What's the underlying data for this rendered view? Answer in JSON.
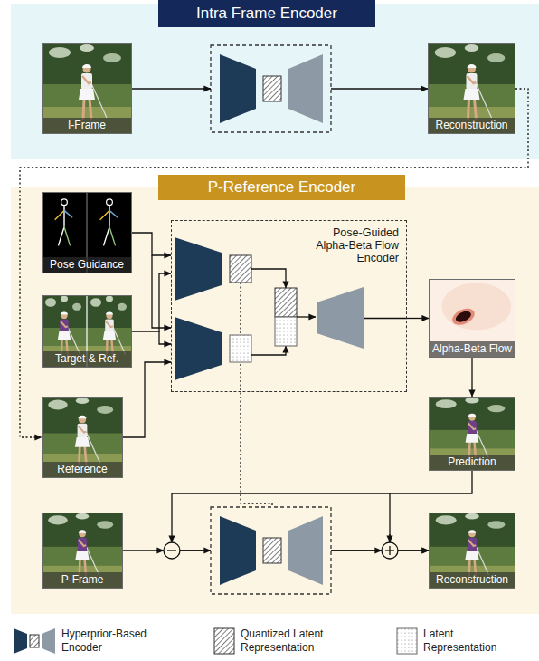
{
  "diagram": {
    "nodes": [
      {
        "text": [
          "Intra Frame Encoder"
        ]
      },
      {
        "text": [
          "I-Frame"
        ],
        "in": 0
      },
      {
        "text": [
          "Reconstruction"
        ],
        "in": 0
      },
      {
        "text": [
          "P-Reference Encoder"
        ]
      },
      {
        "text": [
          "Pose Guidance"
        ],
        "in": 3
      },
      {
        "text": [
          "Target & Ref."
        ],
        "in": 3
      },
      {
        "text": [
          "Pose-Guided Alpha-Beta Flow Encoder"
        ],
        "in": 3
      },
      {
        "text": [
          "Alpha-Beta Flow"
        ],
        "in": 3
      },
      {
        "text": [
          "Reference"
        ],
        "in": 3
      },
      {
        "text": [
          "Prediction"
        ],
        "in": 3
      },
      {
        "text": [
          "P-Frame"
        ],
        "in": 3
      },
      {
        "text": [
          "Reconstruction"
        ],
        "in": 3
      }
    ],
    "edges": [
      {
        "from": 1,
        "to": 2,
        "arrow": "to"
      },
      {
        "from": 2,
        "to": 8,
        "arrow": "to"
      },
      {
        "from": 4,
        "to": 6,
        "arrow": "to"
      },
      {
        "from": 5,
        "to": 6,
        "arrow": "to"
      },
      {
        "from": 8,
        "to": 6,
        "arrow": "to"
      },
      {
        "from": 6,
        "to": 7,
        "arrow": "to"
      },
      {
        "from": 7,
        "to": 9,
        "arrow": "to"
      },
      {
        "from": 10,
        "to": 11,
        "arrow": "to"
      },
      {
        "from": 9,
        "to": 11,
        "arrow": "to"
      }
    ],
    "legend": [
      {
        "text": "Hyperprior-Based Encoder"
      },
      {
        "text": "Quantized Latent Representation"
      },
      {
        "text": "Latent Representation"
      }
    ]
  }
}
